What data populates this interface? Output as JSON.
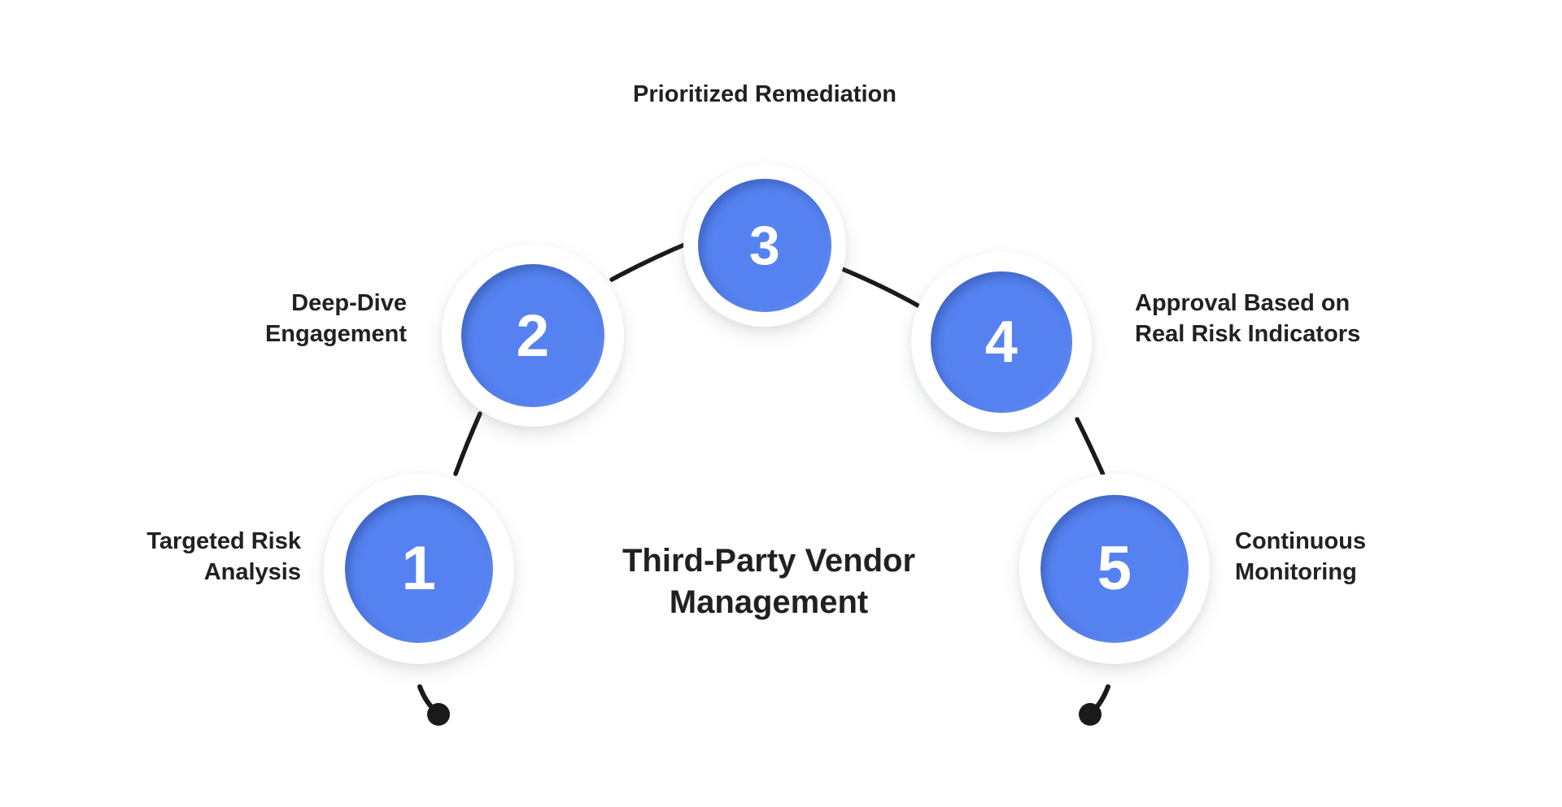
{
  "diagram": {
    "center_title": "Third-Party Vendor\nManagement",
    "background_color": "#ffffff",
    "accent_color": "#5582f0",
    "text_color": "#212121",
    "connector_color": "#1a1a1a",
    "ring_color": "#ffffff",
    "steps": [
      {
        "number": "1",
        "label": "Targeted Risk\nAnalysis",
        "label_align": "right"
      },
      {
        "number": "2",
        "label": "Deep-Dive\nEngagement",
        "label_align": "right"
      },
      {
        "number": "3",
        "label": "Prioritized Remediation",
        "label_align": "center"
      },
      {
        "number": "4",
        "label": "Approval Based on\nReal Risk Indicators",
        "label_align": "left"
      },
      {
        "number": "5",
        "label": "Continuous\nMonitoring",
        "label_align": "left"
      }
    ]
  }
}
